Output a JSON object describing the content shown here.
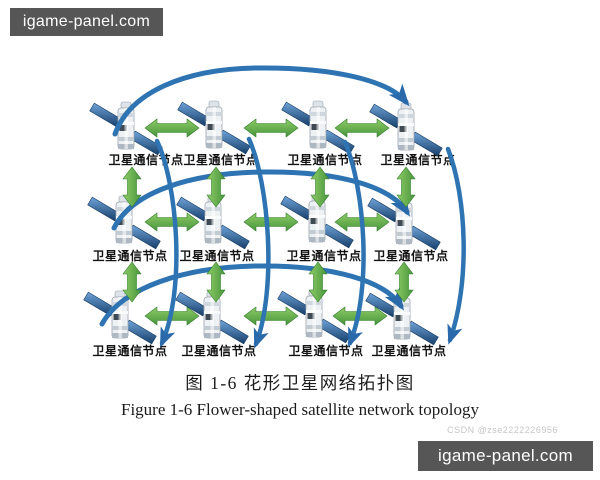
{
  "watermarks": {
    "top_left": "igame-panel.com",
    "bottom_right": "igame-panel.com",
    "csdn": "CSDN @zse2222226956"
  },
  "diagram": {
    "node_label": "卫星通信节点",
    "grid": {
      "rows": 3,
      "cols": 4,
      "node_count": 12
    },
    "link_types": {
      "inter_satellite": "green-double-arrow",
      "wrap_around": "blue-curved-arrow"
    },
    "colors": {
      "link_green_light": "#8fcc66",
      "link_green_dark": "#47953c",
      "arc_blue": "#2e73b2",
      "panel_blue_light": "#6ea3d8",
      "panel_blue_dark": "#173f6b"
    }
  },
  "captions": {
    "chinese": "图 1-6  花形卫星网络拓扑图",
    "english": "Figure 1-6 Flower-shaped satellite network topology"
  }
}
